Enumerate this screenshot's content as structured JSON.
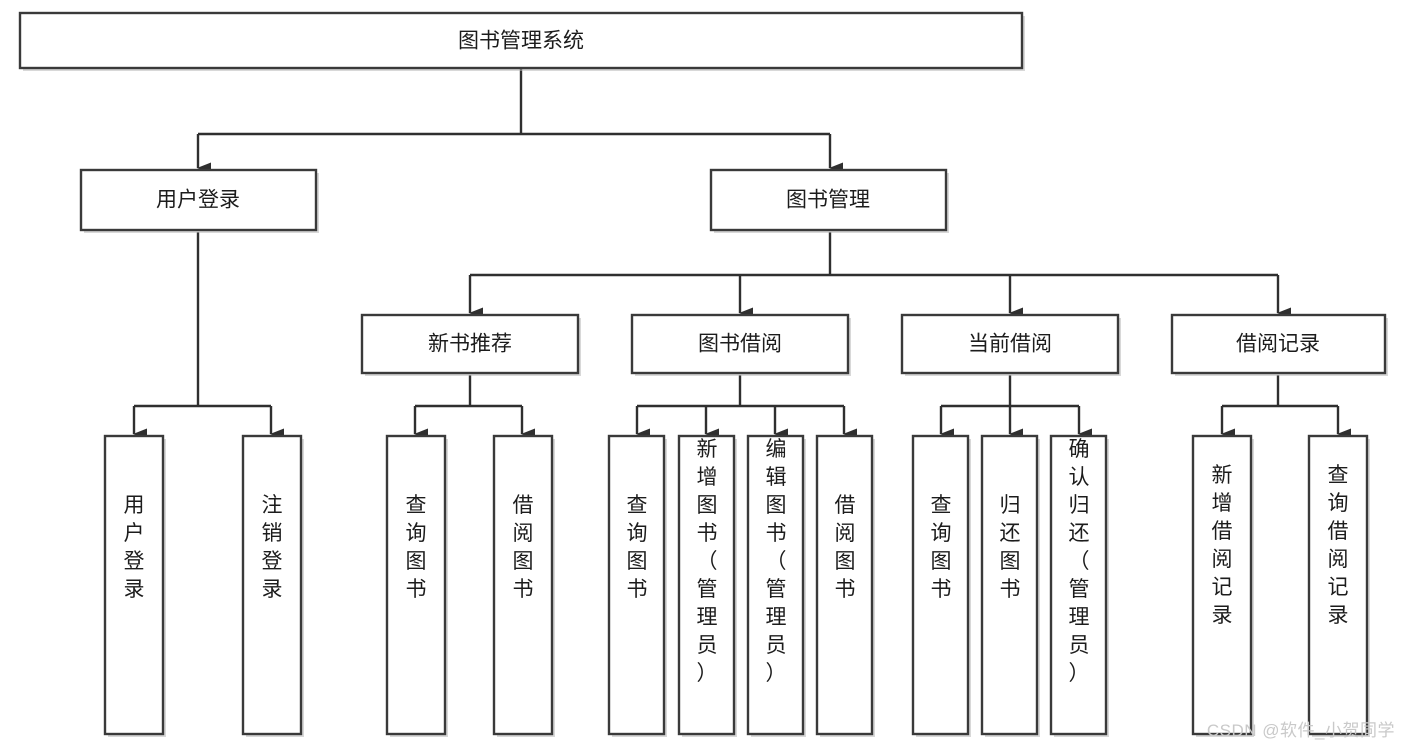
{
  "diagram": {
    "type": "tree-hierarchy",
    "title": "图书管理系统",
    "levels": 4,
    "root": {
      "id": "root",
      "label": "图书管理系统",
      "orientation": "horizontal"
    },
    "level1": [
      {
        "id": "user-login",
        "label": "用户登录",
        "orientation": "horizontal"
      },
      {
        "id": "book-management",
        "label": "图书管理",
        "orientation": "horizontal"
      }
    ],
    "level2": [
      {
        "id": "new-book-recommend",
        "label": "新书推荐",
        "orientation": "horizontal",
        "parent": "book-management"
      },
      {
        "id": "book-borrow",
        "label": "图书借阅",
        "orientation": "horizontal",
        "parent": "book-management"
      },
      {
        "id": "current-borrow",
        "label": "当前借阅",
        "orientation": "horizontal",
        "parent": "book-management"
      },
      {
        "id": "borrow-record",
        "label": "借阅记录",
        "orientation": "horizontal",
        "parent": "book-management"
      }
    ],
    "leaves": [
      {
        "id": "leaf-user-login",
        "label": "用户登录",
        "orientation": "vertical",
        "parent": "user-login"
      },
      {
        "id": "leaf-user-logout",
        "label": "注销登录",
        "orientation": "vertical",
        "parent": "user-login"
      },
      {
        "id": "leaf-query-book-1",
        "label": "查询图书",
        "orientation": "vertical",
        "parent": "new-book-recommend"
      },
      {
        "id": "leaf-borrow-book-1",
        "label": "借阅图书",
        "orientation": "vertical",
        "parent": "new-book-recommend"
      },
      {
        "id": "leaf-query-book-2",
        "label": "查询图书",
        "orientation": "vertical",
        "parent": "book-borrow"
      },
      {
        "id": "leaf-add-book",
        "label": "新增图书（管理员）",
        "orientation": "vertical",
        "parent": "book-borrow"
      },
      {
        "id": "leaf-edit-book",
        "label": "编辑图书（管理员）",
        "orientation": "vertical",
        "parent": "book-borrow"
      },
      {
        "id": "leaf-borrow-book-2",
        "label": "借阅图书",
        "orientation": "vertical",
        "parent": "book-borrow"
      },
      {
        "id": "leaf-query-book-3",
        "label": "查询图书",
        "orientation": "vertical",
        "parent": "current-borrow"
      },
      {
        "id": "leaf-return-book",
        "label": "归还图书",
        "orientation": "vertical",
        "parent": "current-borrow"
      },
      {
        "id": "leaf-confirm-return",
        "label": "确认归还（管理员）",
        "orientation": "vertical",
        "parent": "current-borrow"
      },
      {
        "id": "leaf-add-record",
        "label": "新增借阅记录",
        "orientation": "vertical",
        "parent": "borrow-record"
      },
      {
        "id": "leaf-query-record",
        "label": "查询借阅记录",
        "orientation": "vertical",
        "parent": "borrow-record"
      }
    ],
    "colors": {
      "box_fill": "#ffffff",
      "box_stroke": "#3a3a3a",
      "connector": "#2f2f2f",
      "text": "#1c1c1c",
      "background": "#ffffff",
      "watermark": "#c9c9c9"
    }
  },
  "watermark": {
    "text": "CSDN @软件_小贺同学"
  }
}
